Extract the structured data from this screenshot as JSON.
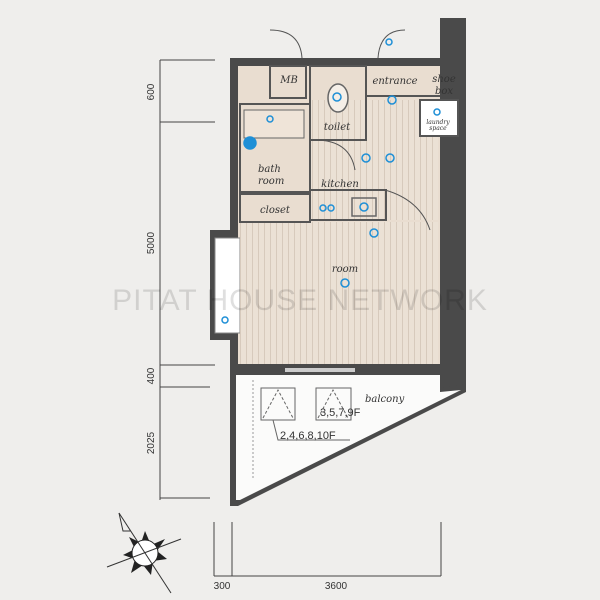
{
  "rooms": {
    "mb": "MB",
    "toilet": "toilet",
    "entrance": "entrance",
    "shoe_box": [
      "shoe",
      "box"
    ],
    "laundry_space": [
      "laundry",
      "space"
    ],
    "bath_room": [
      "bath",
      "room"
    ],
    "kitchen": "kitchen",
    "closet": "closet",
    "room": "room",
    "balcony": "balcony"
  },
  "floor_notes": {
    "odd": "3,5,7,9F",
    "even": "2,4,6,8,10F"
  },
  "dimensions": {
    "vertical": [
      "600",
      "5000",
      "400",
      "2025"
    ],
    "horizontal": [
      "300",
      "3600"
    ]
  },
  "watermark": "PITAT HOUSE NETWORK",
  "colors": {
    "wall": "#4a4a4a",
    "floor": "#e9ddd0",
    "fixture": "#1e8fd6"
  }
}
